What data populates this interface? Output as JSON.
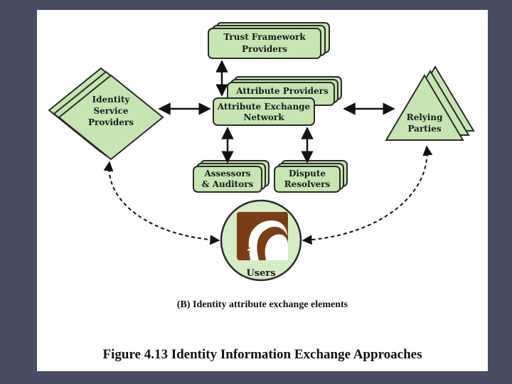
{
  "diagram": {
    "trust_framework": [
      "Trust Framework",
      "Providers"
    ],
    "attribute_providers": "Attribute Providers",
    "exchange_network": [
      "Attribute Exchange",
      "Network"
    ],
    "identity_providers": [
      "Identity",
      "Service",
      "Providers"
    ],
    "relying_parties": [
      "Relying",
      "Parties"
    ],
    "assessors": [
      "Assessors",
      "& Auditors"
    ],
    "dispute": [
      "Dispute",
      "Resolvers"
    ],
    "users": "Users"
  },
  "colors": {
    "node_fill": "#c6e5b2",
    "node_stroke": "#2a2a2a",
    "slide_bg": "#ffffff",
    "frame_bg": "#464d63",
    "users_fill": "#d6ecc6",
    "portrait_brown": "#7a3e16"
  },
  "captions": {
    "subcaption": "(B) Identity attribute exchange elements",
    "figure": "Figure 4.13  Identity Information Exchange Approaches"
  }
}
